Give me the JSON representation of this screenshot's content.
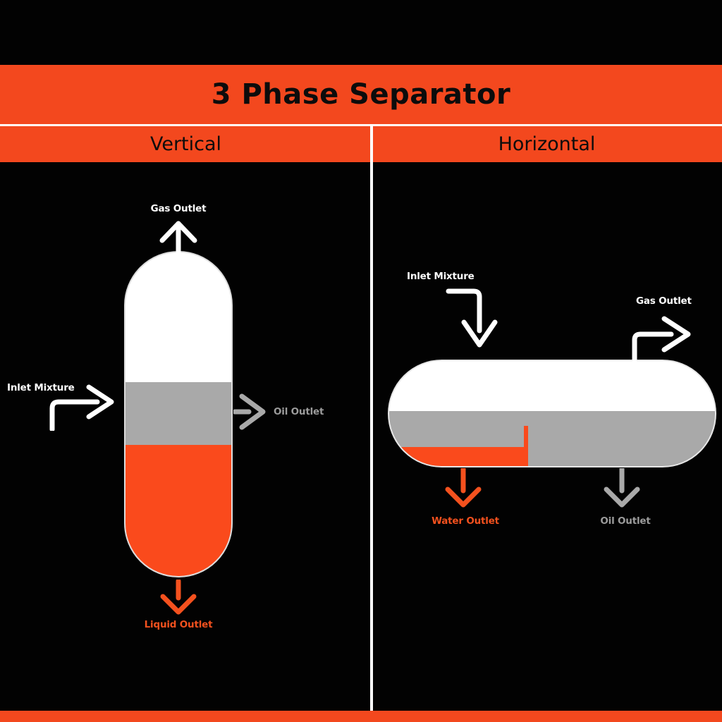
{
  "title": "3 Phase Separator",
  "columns": {
    "left": "Vertical",
    "right": "Horizontal"
  },
  "vertical_diagram": {
    "gas_outlet_label": "Gas Outlet",
    "inlet_label": "Inlet Mixture",
    "oil_outlet_label": "Oil Outlet",
    "liquid_outlet_label": "Liquid Outlet"
  },
  "horizontal_diagram": {
    "inlet_label": "Inlet Mixture",
    "gas_outlet_label": "Gas Outlet",
    "water_outlet_label": "Water Outlet",
    "oil_outlet_label": "Oil Outlet"
  },
  "colors": {
    "band_orange": "#F3481E",
    "liquid_orange": "#FA4A1C",
    "arrow_orange": "#F4511E",
    "phase_gray": "#A9A9A9",
    "label_gray": "#9C9C9C",
    "white": "#FFFFFF",
    "background": "#020202",
    "heading_text": "#0C0C0C"
  }
}
